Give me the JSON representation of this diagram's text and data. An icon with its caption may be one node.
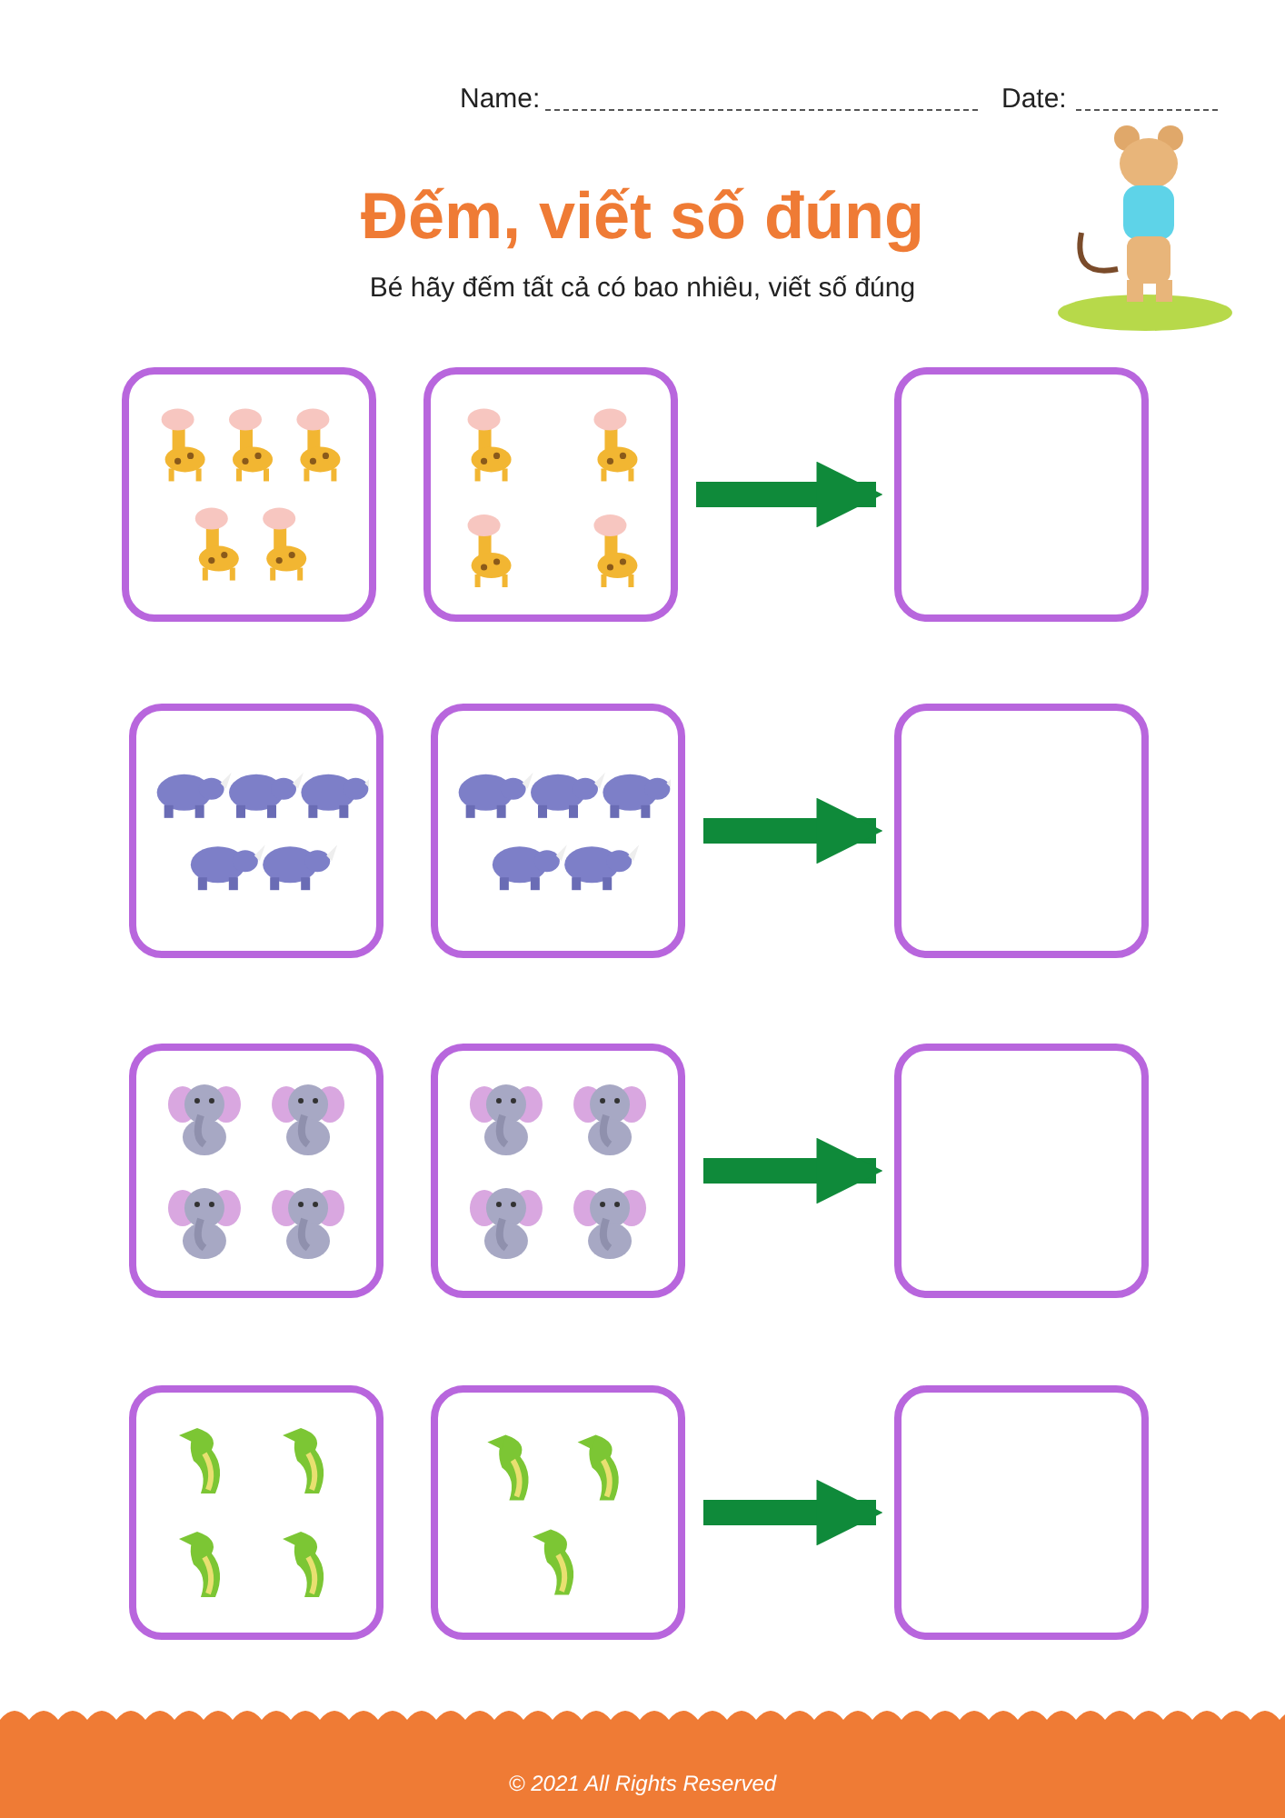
{
  "diagram": {
    "title": "Đếm, viết số đúng",
    "nodes": [
      {
        "text": [],
        "shape": "picture"
      },
      {
        "text": [],
        "shape": "picture"
      },
      {
        "text": [],
        "shape": "box"
      },
      {
        "text": [],
        "shape": "picture"
      },
      {
        "text": [],
        "shape": "picture"
      },
      {
        "text": [],
        "shape": "box"
      },
      {
        "text": [],
        "shape": "picture"
      },
      {
        "text": [],
        "shape": "picture"
      },
      {
        "text": [],
        "shape": "box"
      },
      {
        "text": [],
        "shape": "picture"
      },
      {
        "text": [],
        "shape": "picture"
      },
      {
        "text": [],
        "shape": "box"
      }
    ],
    "edges": [
      {
        "from": 1,
        "to": 2,
        "arrow": "to"
      },
      {
        "from": 4,
        "to": 5,
        "arrow": "to"
      },
      {
        "from": 7,
        "to": 8,
        "arrow": "to"
      },
      {
        "from": 10,
        "to": 11,
        "arrow": "to"
      }
    ],
    "labels": [
      "Name:",
      "Date:",
      "Bé hãy đếm tất cả có bao nhiêu, viết số đúng",
      "© 2021 All Rights Reserved"
    ]
  }
}
